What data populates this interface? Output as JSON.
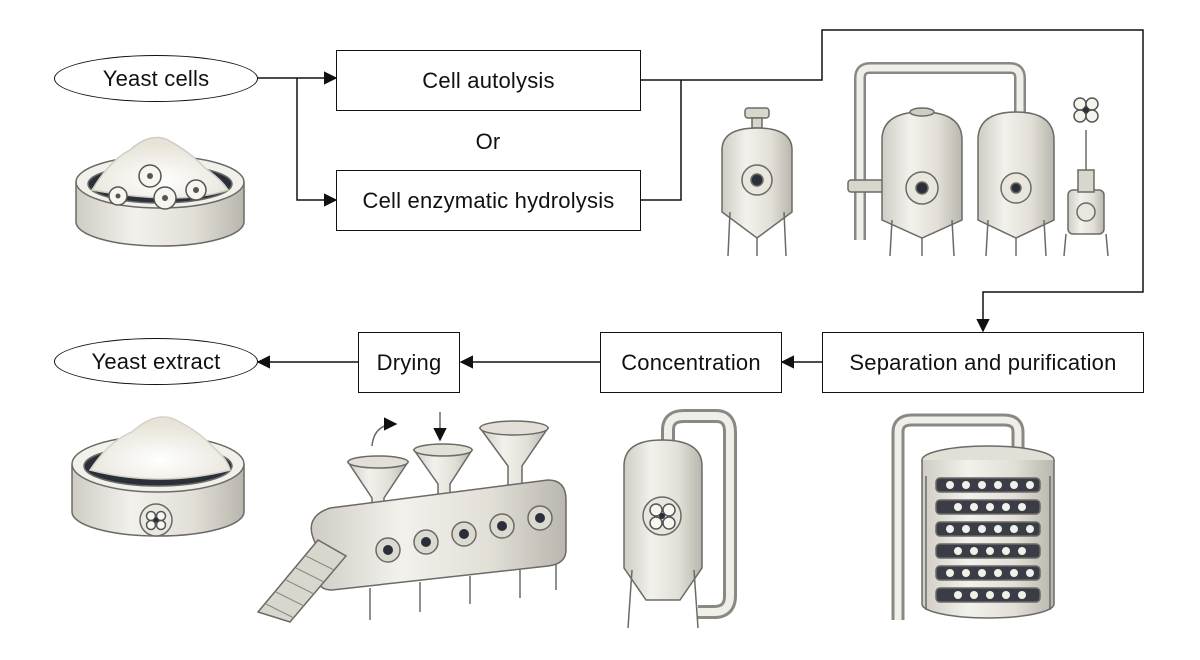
{
  "diagram": {
    "nodes": {
      "yeast_cells": "Yeast cells",
      "cell_autolysis": "Cell autolysis",
      "or": "Or",
      "cell_enzymatic_hydrolysis": "Cell enzymatic hydrolysis",
      "separation_and_purification": "Separation and purification",
      "concentration": "Concentration",
      "drying": "Drying",
      "yeast_extract": "Yeast extract"
    },
    "colors": {
      "line": "#111111",
      "equipment_fill": "#eeece6",
      "equipment_stroke": "#6b6a66",
      "powder": "#f6f4ee",
      "dark": "#2b2f3a"
    },
    "illustrations": [
      "yeast-cells-dish-icon",
      "fermentation-tanks-icon",
      "filtration-column-icon",
      "evaporator-tank-icon",
      "drying-conveyor-icon",
      "yeast-extract-powder-icon"
    ]
  }
}
